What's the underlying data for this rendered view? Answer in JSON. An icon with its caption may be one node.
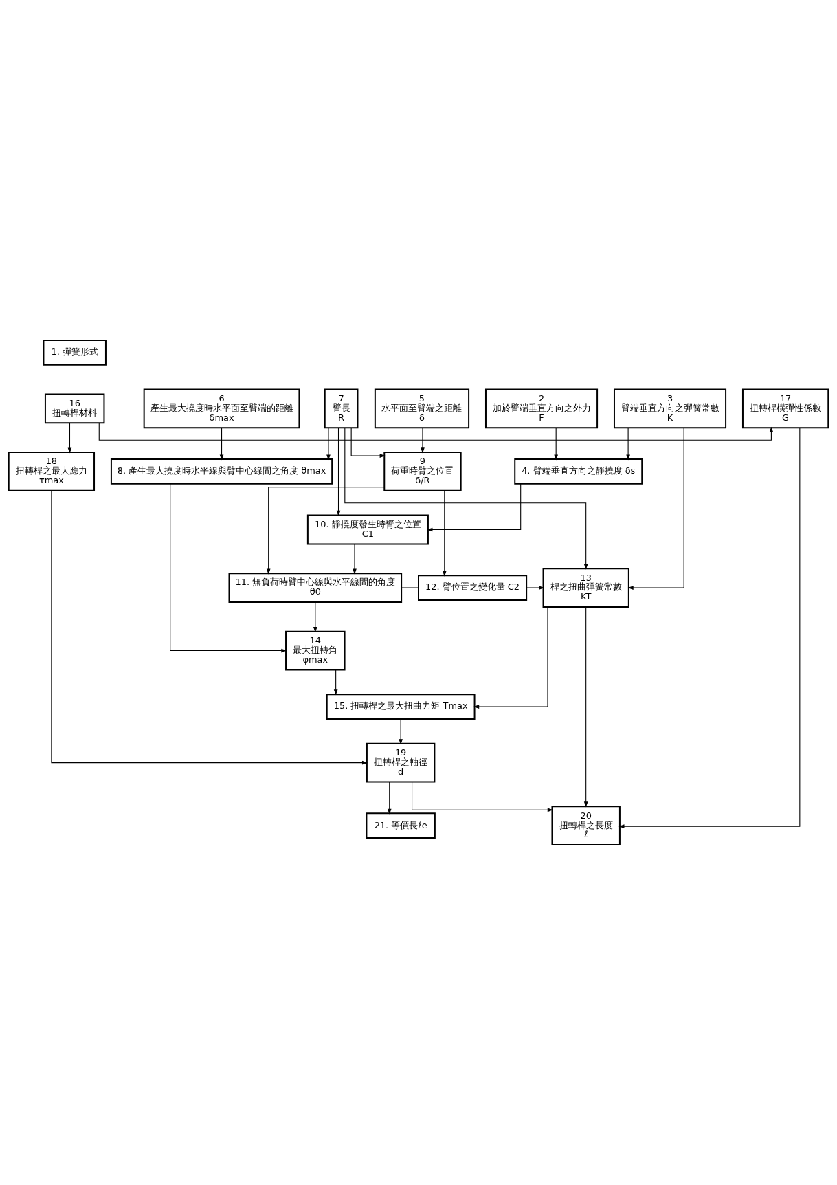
{
  "diagram": {
    "nodes": [
      {
        "text": [
          "1. 彈簧形式"
        ]
      },
      {
        "text": [
          "17",
          "扭轉桿橫彈性係數",
          "G"
        ]
      },
      {
        "text": [
          "16",
          "扭轉桿材料"
        ]
      },
      {
        "text": [
          "7",
          "臂長",
          "R"
        ]
      },
      {
        "text": [
          "6",
          "產生最大撓度時水平面至臂端的距離",
          "δmax"
        ]
      },
      {
        "text": [
          "5",
          "水平面至臂端之距離",
          "δ"
        ]
      },
      {
        "text": [
          "2",
          "加於臂端垂直方向之外力",
          "F"
        ]
      },
      {
        "text": [
          "3",
          "臂端垂直方向之彈簧常數",
          "K"
        ]
      },
      {
        "text": [
          "18",
          "扭轉桿之最大應力",
          "τmax"
        ]
      },
      {
        "text": [
          "8. 產生最大撓度時水平線與臂中心線間之角度 θmax"
        ]
      },
      {
        "text": [
          "9",
          "荷重時臂之位置",
          "δ/R"
        ]
      },
      {
        "text": [
          "4. 臂端垂直方向之靜撓度 δs"
        ]
      },
      {
        "text": [
          "10. 靜撓度發生時臂之位置",
          "C1"
        ]
      },
      {
        "text": [
          "13",
          "桿之扭曲彈簧常數",
          "KT"
        ]
      },
      {
        "text": [
          "12. 臂位置之變化量 C2"
        ]
      },
      {
        "text": [
          "11. 無負荷時臂中心線與水平線間的角度",
          "θ0"
        ]
      },
      {
        "text": [
          "20",
          "扭轉桿之長度",
          "ℓ"
        ]
      },
      {
        "text": [
          "19",
          "扭轉桿之軸徑",
          "d"
        ]
      },
      {
        "text": [
          "14",
          "最大扭轉角",
          "φmax"
        ]
      },
      {
        "text": [
          "15. 扭轉桿之最大扭曲力矩 Tmax"
        ]
      },
      {
        "text": [
          "21. 等價長ℓe"
        ]
      }
    ],
    "edges": [
      {
        "from": 2,
        "to": 1,
        "arrow": "to"
      },
      {
        "from": 1,
        "to": 16,
        "arrow": "to"
      },
      {
        "from": 2,
        "to": 8,
        "arrow": "to"
      },
      {
        "from": 3,
        "to": 13,
        "arrow": "to"
      },
      {
        "from": 3,
        "to": 9,
        "arrow": "to"
      },
      {
        "from": 3,
        "to": 10,
        "arrow": "to"
      },
      {
        "from": 3,
        "to": 12,
        "arrow": "to"
      },
      {
        "from": 4,
        "to": 9,
        "arrow": "to"
      },
      {
        "from": 5,
        "to": 10,
        "arrow": "to"
      },
      {
        "from": 6,
        "to": 11,
        "arrow": "to"
      },
      {
        "from": 7,
        "to": 11,
        "arrow": "to"
      },
      {
        "from": 7,
        "to": 13,
        "arrow": "to"
      },
      {
        "from": 11,
        "to": 12,
        "arrow": "to"
      },
      {
        "from": 9,
        "to": 18,
        "arrow": "to"
      },
      {
        "from": 8,
        "to": 17,
        "arrow": "to"
      },
      {
        "from": 10,
        "to": 14,
        "arrow": "to"
      },
      {
        "from": 10,
        "to": 15,
        "arrow": "to"
      },
      {
        "from": 12,
        "to": 15,
        "arrow": "to"
      },
      {
        "from": 15,
        "to": 14,
        "arrow": "none"
      },
      {
        "from": 14,
        "to": 13,
        "arrow": "to"
      },
      {
        "from": 13,
        "to": 16,
        "arrow": "to"
      },
      {
        "from": 15,
        "to": 18,
        "arrow": "to"
      },
      {
        "from": 13,
        "to": 19,
        "arrow": "to"
      },
      {
        "from": 18,
        "to": 19,
        "arrow": "to"
      },
      {
        "from": 19,
        "to": 17,
        "arrow": "to"
      },
      {
        "from": 17,
        "to": 16,
        "arrow": "to"
      },
      {
        "from": 17,
        "to": 20,
        "arrow": "to"
      }
    ]
  }
}
